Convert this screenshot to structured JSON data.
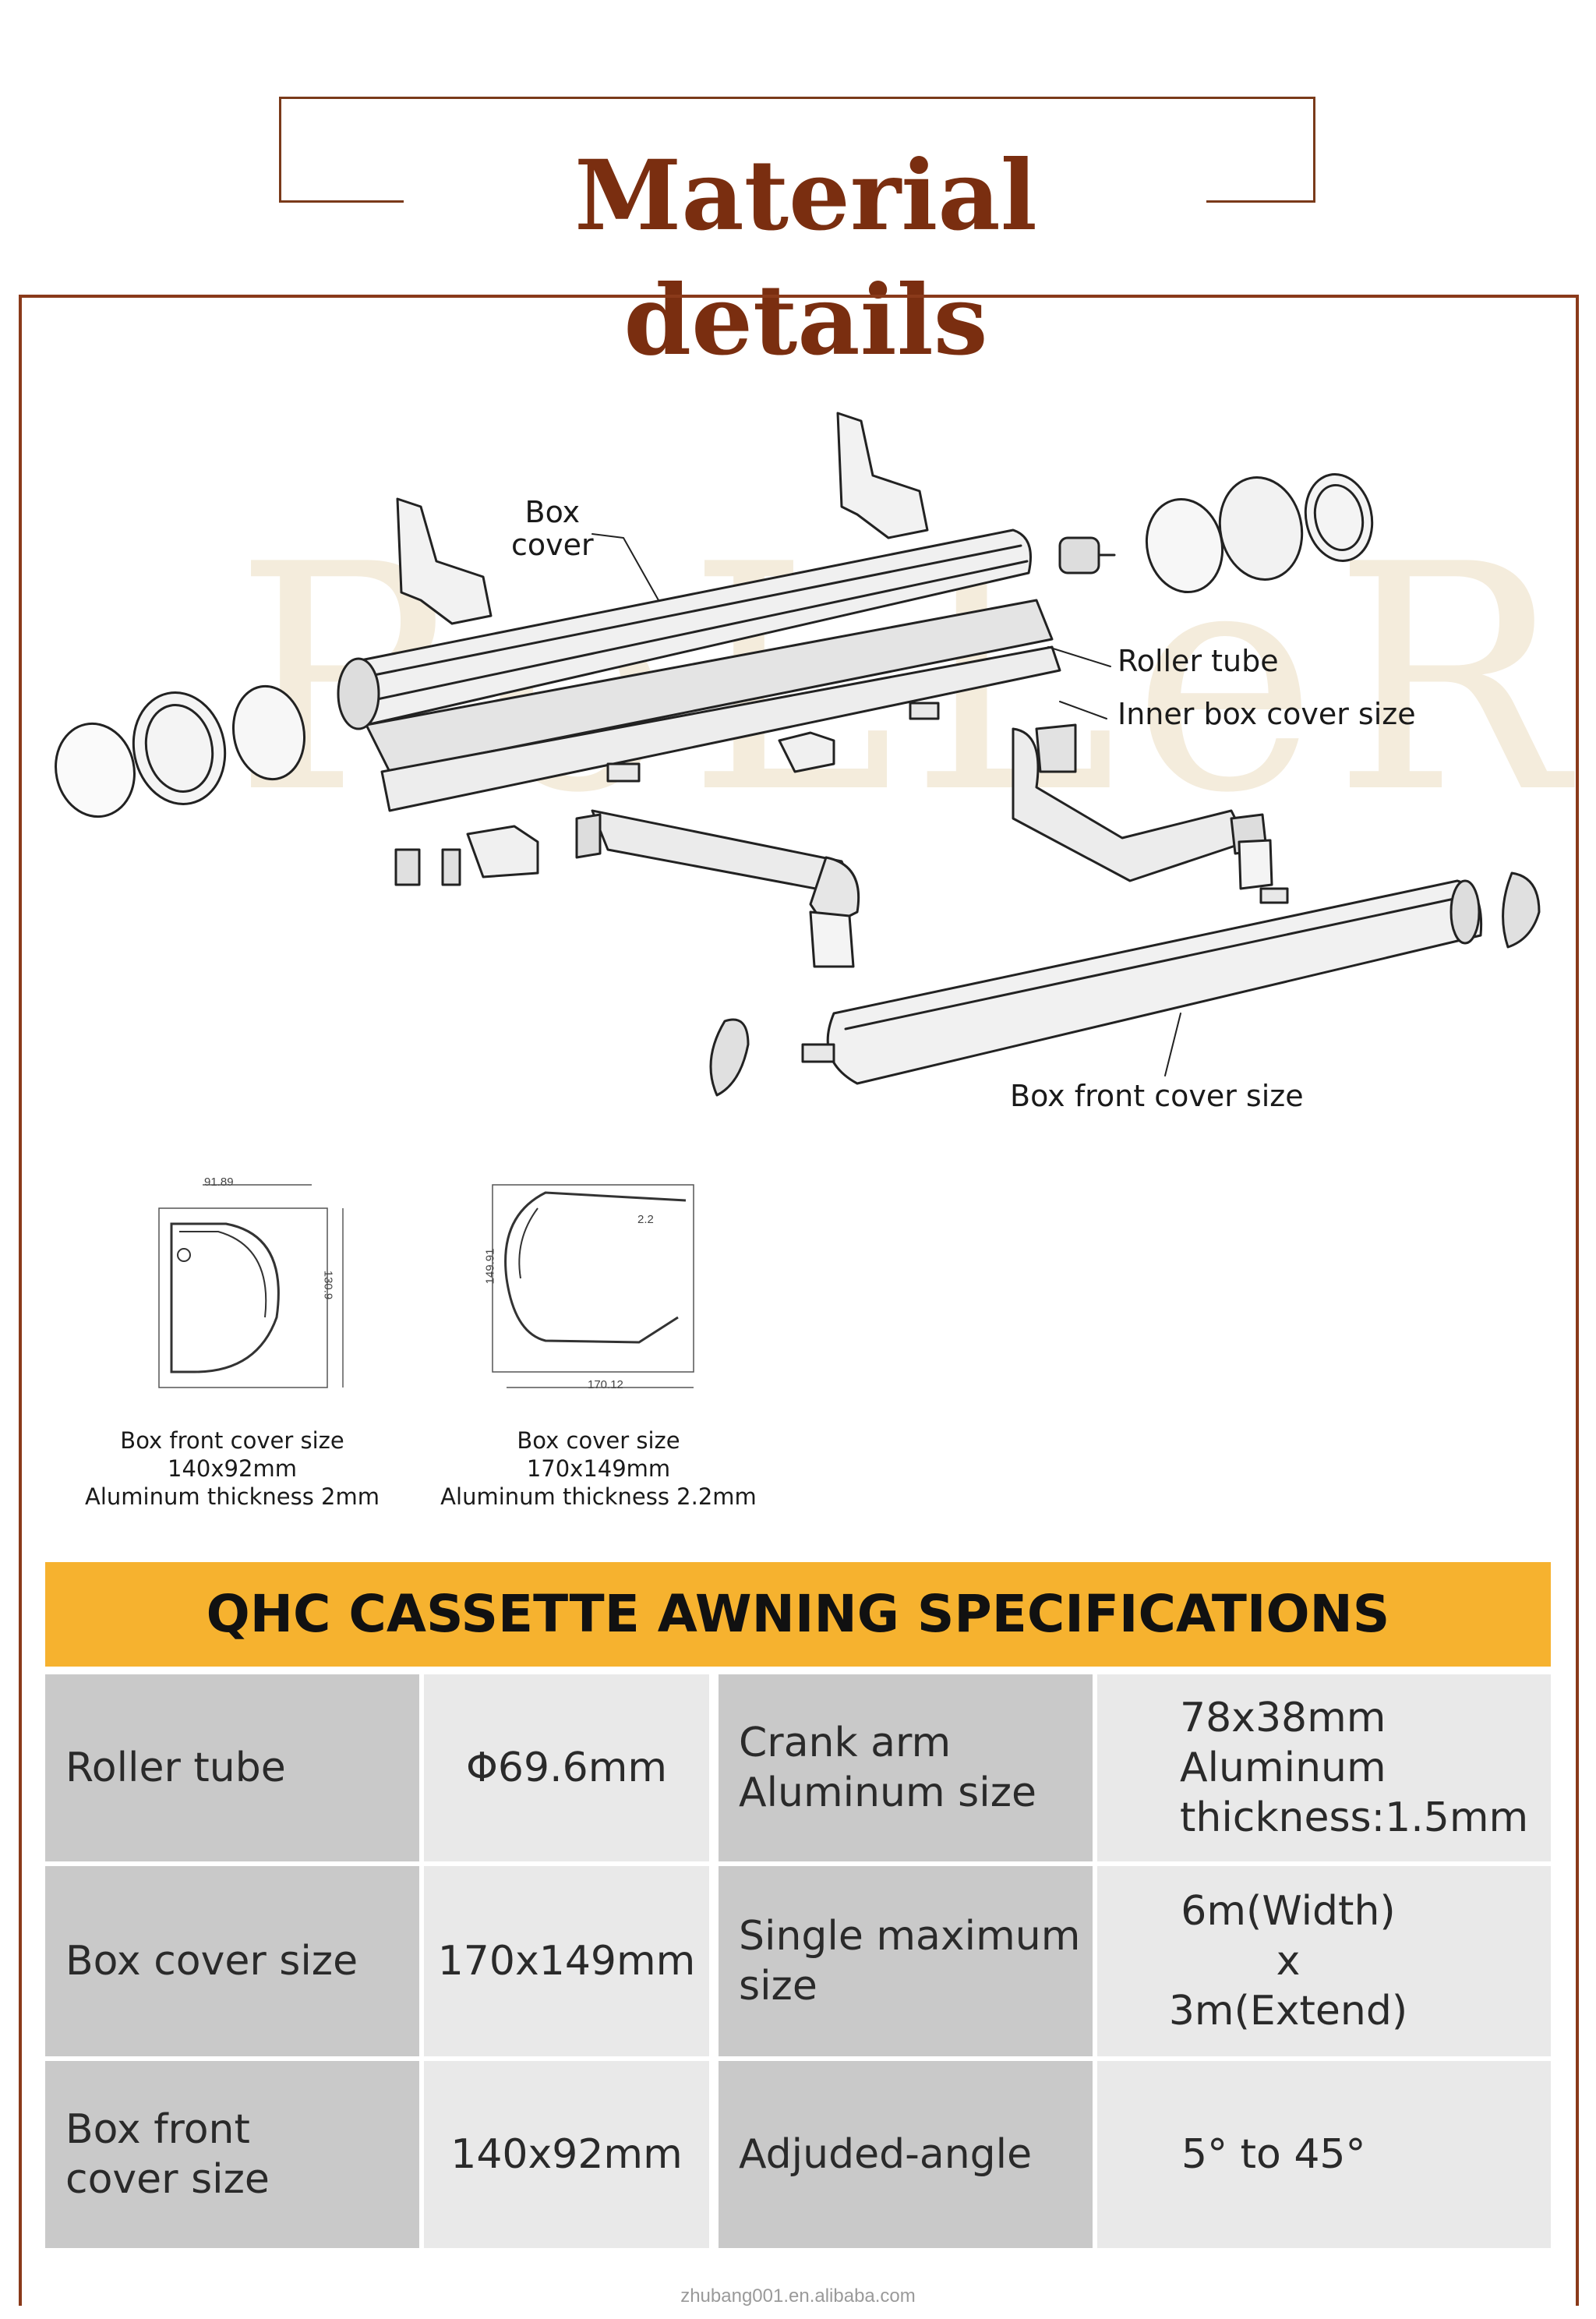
{
  "header": {
    "title": "Material details"
  },
  "diagram": {
    "watermark": "RoLLeR",
    "labels": {
      "box_cover": [
        "Box",
        "cover"
      ],
      "roller_tube": "Roller tube",
      "inner_box_cover": "Inner box cover size",
      "box_front_cover": "Box front cover size"
    },
    "profiles": [
      {
        "dim_top": "91.89",
        "dim_side": "130.9",
        "caption": [
          "Box front cover size",
          "140x92mm",
          "Aluminum thickness 2mm"
        ]
      },
      {
        "dim_top": "2.2",
        "dim_side": "149.91",
        "dim_bottom": "170.12",
        "caption": [
          "Box cover size",
          "170x149mm",
          "Aluminum thickness 2.2mm"
        ]
      }
    ]
  },
  "specs": {
    "title": "QHC CASSETTE AWNING SPECIFICATIONS",
    "rows": [
      {
        "label": [
          "Roller tube"
        ],
        "value": [
          "Φ69.6mm"
        ],
        "label2": [
          "Crank arm",
          "Aluminum size"
        ],
        "value2": [
          "78x38mm",
          "Aluminum",
          "thickness:1.5mm"
        ]
      },
      {
        "label": [
          "Box cover size"
        ],
        "value": [
          "170x149mm"
        ],
        "label2": [
          "Single maximum",
          "size"
        ],
        "value2": [
          "6m(Width)",
          "x",
          "3m(Extend)"
        ]
      },
      {
        "label": [
          "Box front",
          "cover size"
        ],
        "value": [
          "140x92mm"
        ],
        "label2": [
          "Adjuded-angle"
        ],
        "value2": [
          "5° to 45°"
        ]
      }
    ]
  },
  "footer": {
    "url": "zhubang001.en.alibaba.com"
  }
}
